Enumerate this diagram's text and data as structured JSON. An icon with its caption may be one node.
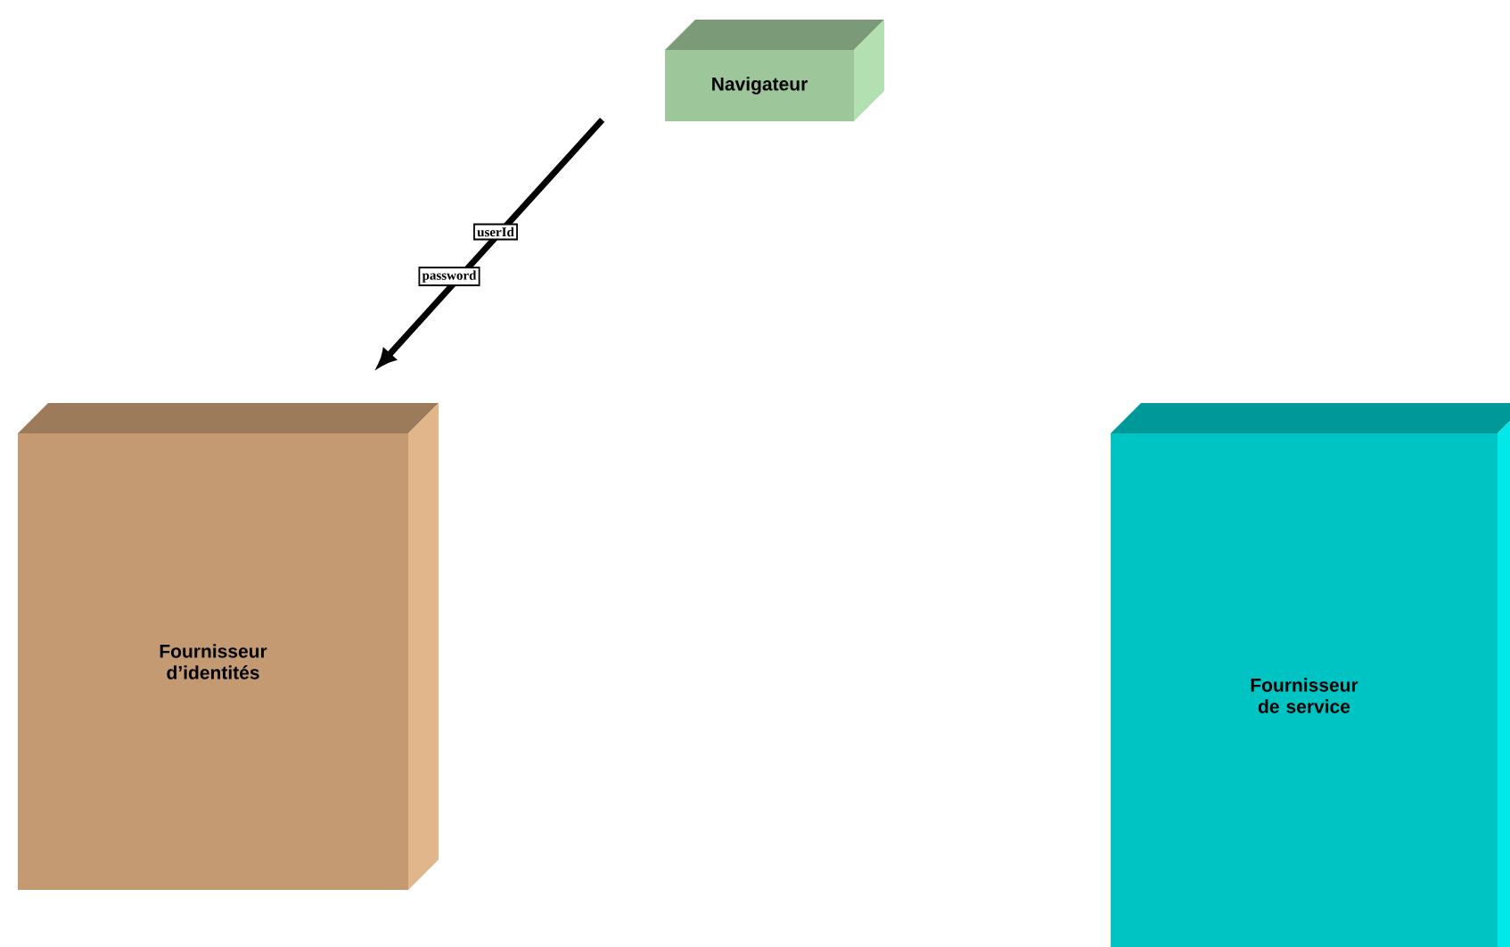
{
  "diagram": {
    "nodes": [
      {
        "text": [
          "Navigateur"
        ]
      },
      {
        "text": [
          "Fournisseur d’identités"
        ]
      },
      {
        "text": [
          "Fournisseur de service"
        ]
      }
    ],
    "edges": [
      {
        "from": 0,
        "to": 1,
        "arrow": "to"
      }
    ],
    "labels": [
      "userId",
      "password"
    ]
  }
}
